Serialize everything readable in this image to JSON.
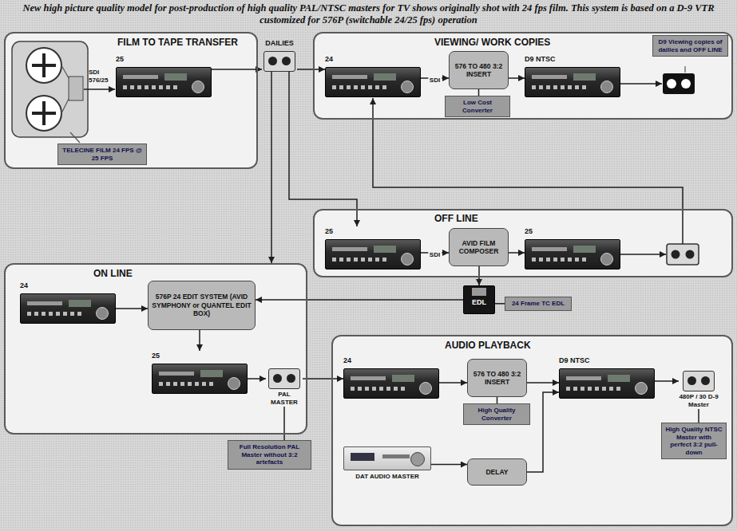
{
  "diagram": {
    "title": "New high picture quality model for post-production of high quality PAL/NTSC masters for TV shows originally shot with 24 fps film. This system is based on a D-9 VTR customized for 576P (switchable 24/25 fps) operation",
    "nodes": [
      {
        "text": [
          "FILM TO TAPE TRANSFER"
        ]
      },
      {
        "text": [
          "25"
        ],
        "in": 0
      },
      {
        "text": [
          "TELECINE FILM 24 FPS @ 25 FPS"
        ],
        "in": 0
      },
      {
        "text": [
          "DAILIES"
        ]
      },
      {
        "text": [
          "VIEWING/ WORK COPIES"
        ]
      },
      {
        "text": [
          "24"
        ],
        "in": 4
      },
      {
        "text": [
          "576 TO 480 3:2 INSERT"
        ],
        "in": 4
      },
      {
        "text": [
          "Low Cost Converter"
        ],
        "in": 4
      },
      {
        "text": [
          "D9 NTSC"
        ],
        "in": 4
      },
      {
        "text": [
          "D9 Viewing copies of dailies and OFF LINE"
        ],
        "in": 4
      },
      {
        "text": [
          "OFF LINE"
        ]
      },
      {
        "text": [
          "25"
        ],
        "in": 10
      },
      {
        "text": [
          "AVID FILM COMPOSER"
        ],
        "in": 10
      },
      {
        "text": [
          "25"
        ],
        "in": 10
      },
      {
        "text": [
          "EDL"
        ]
      },
      {
        "text": [
          "24 Frame TC EDL"
        ]
      },
      {
        "text": [
          "ON LINE"
        ]
      },
      {
        "text": [
          "24"
        ],
        "in": 16
      },
      {
        "text": [
          "576P 24 EDIT SYSTEM (AVID SYMPHONY or QUANTEL EDIT BOX)"
        ],
        "in": 16
      },
      {
        "text": [
          "25"
        ],
        "in": 16
      },
      {
        "text": [
          "PAL MASTER"
        ],
        "in": 16
      },
      {
        "text": [
          "Full Resolution PAL Master without 3:2 artefacts"
        ]
      },
      {
        "text": [
          "AUDIO PLAYBACK"
        ]
      },
      {
        "text": [
          "24"
        ],
        "in": 22
      },
      {
        "text": [
          "576 TO 480 3:2 INSERT"
        ],
        "in": 22
      },
      {
        "text": [
          "High Quality Converter"
        ],
        "in": 22
      },
      {
        "text": [
          "DAT AUDIO MASTER"
        ],
        "in": 22
      },
      {
        "text": [
          "DELAY"
        ],
        "in": 22
      },
      {
        "text": [
          "D9 NTSC"
        ],
        "in": 22
      },
      {
        "text": [
          "480P / 30 D-9 Master"
        ],
        "in": 22
      },
      {
        "text": [
          "High Quality NTSC Master with perfect 3:2 pull-down"
        ],
        "in": 22
      }
    ],
    "edges": [
      {
        "from": 1,
        "to": 3,
        "arrow": "to"
      },
      {
        "from": 3,
        "to": 5,
        "arrow": "to"
      },
      {
        "from": 3,
        "to": 11,
        "arrow": "to"
      },
      {
        "from": 3,
        "to": 16,
        "arrow": "to"
      },
      {
        "from": 5,
        "to": 6,
        "label": "SDI",
        "arrow": "to"
      },
      {
        "from": 6,
        "to": 8,
        "arrow": "to"
      },
      {
        "from": 7,
        "to": 6,
        "arrow": "none"
      },
      {
        "from": 11,
        "to": 12,
        "label": "SDI",
        "arrow": "to"
      },
      {
        "from": 12,
        "to": 13,
        "arrow": "to"
      },
      {
        "from": 12,
        "to": 14,
        "arrow": "to"
      },
      {
        "from": 15,
        "to": 14,
        "arrow": "none"
      },
      {
        "from": 14,
        "to": 18,
        "arrow": "to"
      },
      {
        "from": 17,
        "to": 18,
        "arrow": "to"
      },
      {
        "from": 18,
        "to": 19,
        "arrow": "to"
      },
      {
        "from": 19,
        "to": 20,
        "arrow": "to"
      },
      {
        "from": 21,
        "to": 20,
        "arrow": "none"
      },
      {
        "from": 20,
        "to": 23,
        "arrow": "to"
      },
      {
        "from": 23,
        "to": 24,
        "arrow": "to"
      },
      {
        "from": 25,
        "to": 24,
        "arrow": "none"
      },
      {
        "from": 24,
        "to": 28,
        "arrow": "to"
      },
      {
        "from": 26,
        "to": 27,
        "arrow": "to"
      },
      {
        "from": 27,
        "to": 28,
        "arrow": "to"
      },
      {
        "from": 28,
        "to": 29,
        "arrow": "to"
      },
      {
        "from": 30,
        "to": 29,
        "arrow": "none"
      }
    ],
    "labels": [
      "SDI 576/25"
    ]
  }
}
